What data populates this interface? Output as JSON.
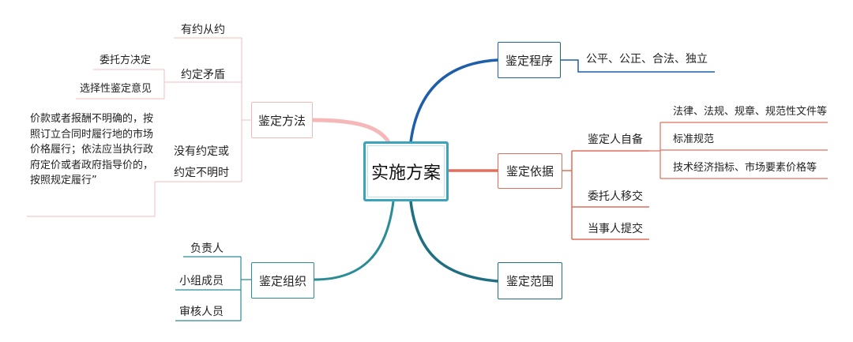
{
  "center": {
    "label": "实施方案"
  },
  "colors": {
    "procedure": "#1f5ea8",
    "basis": "#e16f5e",
    "scope": "#1f6f80",
    "method": "#f6b7b9",
    "method_sub": "#f3c9cb",
    "org": "#2b8c95",
    "center_border": "#3aa3bd"
  },
  "right": {
    "procedure": {
      "label": "鉴定程序",
      "children": [
        "公平、公正、合法、独立"
      ]
    },
    "basis": {
      "label": "鉴定依据",
      "self_prepared": {
        "label": "鉴定人自备",
        "children": [
          "法律、法规、规章、规范性文件等",
          "标准规范",
          "技术经济指标、市场要素价格等"
        ]
      },
      "children": [
        "委托人移交",
        "当事人提交"
      ]
    },
    "scope": {
      "label": "鉴定范围"
    }
  },
  "left": {
    "method": {
      "label": "鉴定方法",
      "agreed": "有约从约",
      "conflict": {
        "label": "约定矛盾",
        "children": [
          "委托方决定",
          "选择性鉴定意见"
        ]
      },
      "unclear": {
        "line1": "没有约定或",
        "line2": "约定不明时",
        "note": "价款或者报酬不明确的，按照订立合同时履行地的市场价格履行；依法应当执行政府定价或者政府指导价的，按照规定履行”"
      }
    },
    "org": {
      "label": "鉴定组织",
      "children": [
        "负责人",
        "小组成员",
        "审核人员"
      ]
    }
  }
}
